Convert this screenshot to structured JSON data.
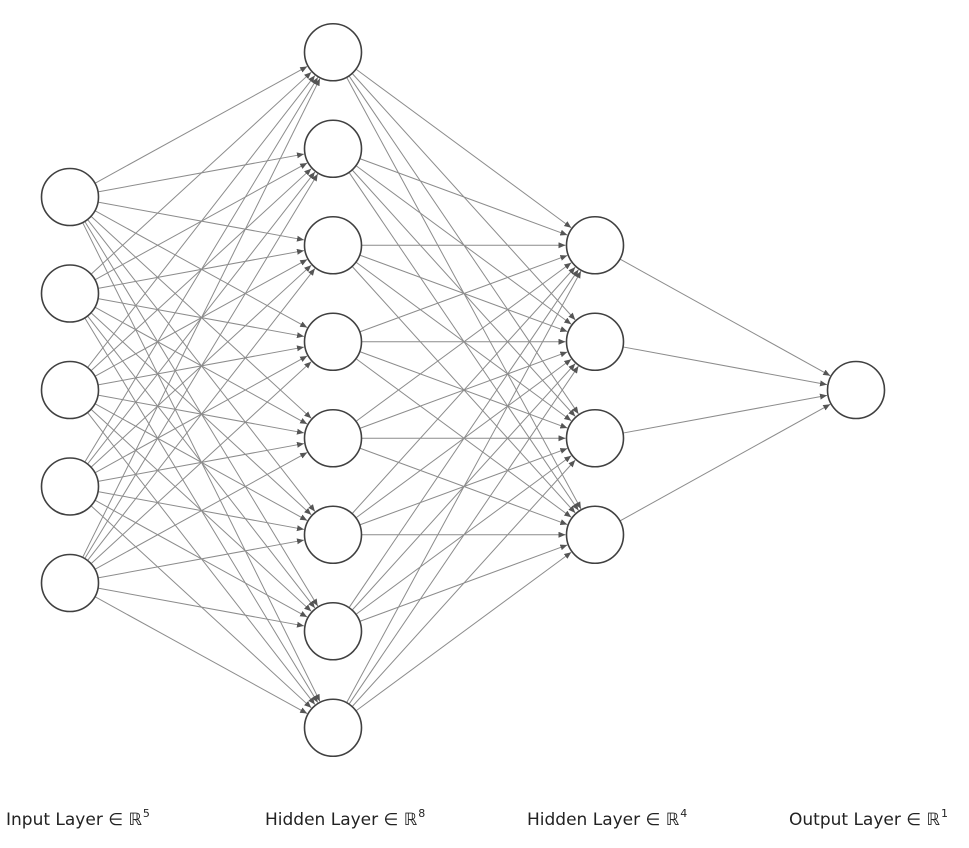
{
  "diagram": {
    "layers": [
      {
        "size": 5,
        "label": {
          "text": "Input Layer ∈ ",
          "set": "ℝ",
          "dim": "5"
        }
      },
      {
        "size": 8,
        "label": {
          "text": "Hidden Layer ∈ ",
          "set": "ℝ",
          "dim": "8"
        }
      },
      {
        "size": 4,
        "label": {
          "text": "Hidden Layer ∈ ",
          "set": "ℝ",
          "dim": "4"
        }
      },
      {
        "size": 1,
        "label": {
          "text": "Output Layer ∈ ",
          "set": "ℝ",
          "dim": "1"
        }
      }
    ],
    "connections": "fully-connected",
    "edge_color": "#8c8c8c",
    "node_stroke_color": "#404040",
    "node_fill_color": "#ffffff"
  }
}
